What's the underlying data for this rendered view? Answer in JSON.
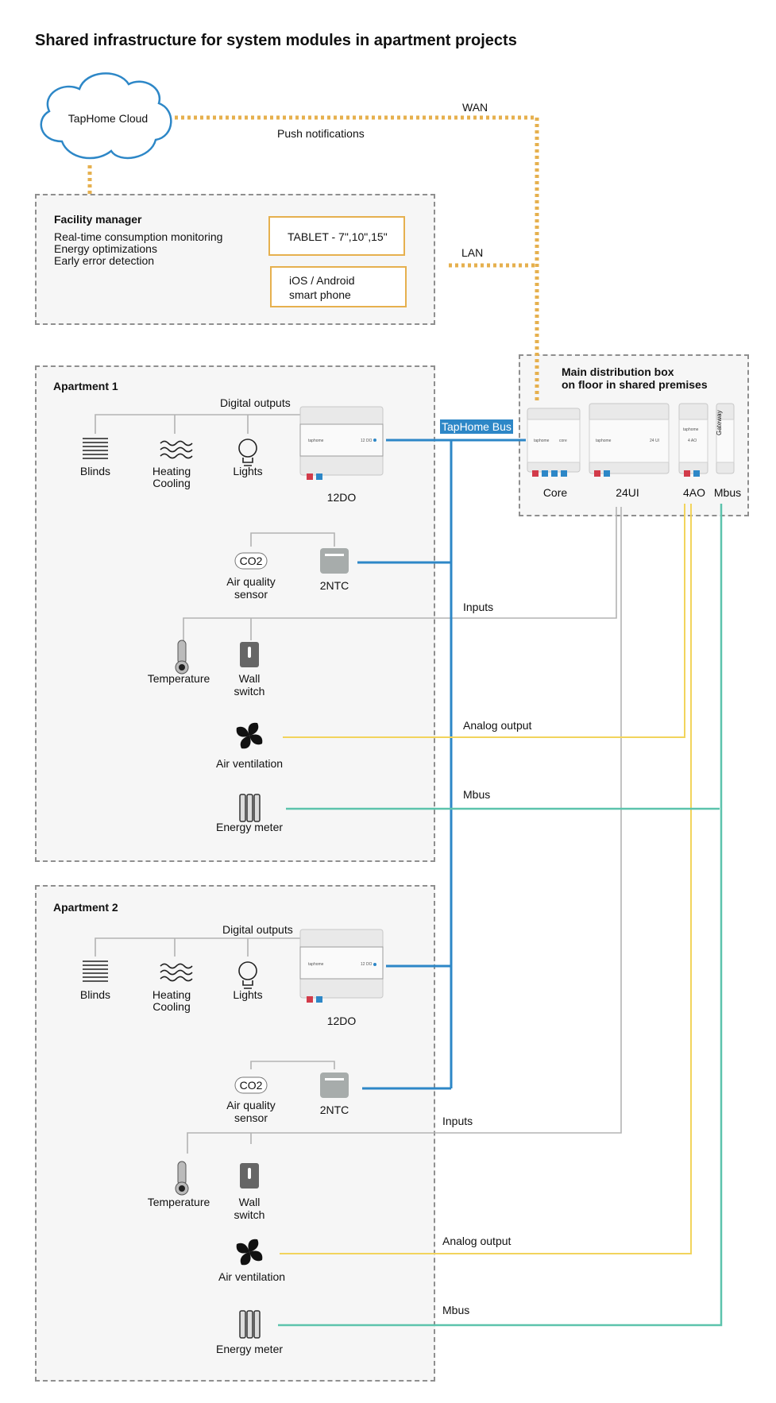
{
  "title": "Shared infrastructure for system modules in apartment projects",
  "cloud": {
    "label": "TapHome Cloud"
  },
  "wan": {
    "label": "WAN",
    "push": "Push notifications"
  },
  "lan": {
    "label": "LAN"
  },
  "facility": {
    "title": "Facility manager",
    "lines": [
      "Real-time consumption monitoring",
      "Energy optimizations",
      "Early error detection"
    ],
    "tablet": "TABLET - 7\",10\",15\"",
    "phone_line1": "iOS / Android",
    "phone_line2": "smart phone"
  },
  "distribution": {
    "title_line1": "Main distribution box",
    "title_line2": "on floor in shared premises",
    "modules": [
      "Core",
      "24UI",
      "4AO",
      "Mbus"
    ],
    "gateway": "Gateway"
  },
  "bus_label": "TapHome Bus",
  "module_brand": "taphome",
  "module_codes": {
    "do": "12 DO",
    "ui": "24 UI",
    "ao": "4 AO",
    "core": "core"
  },
  "apartments": [
    {
      "title": "Apartment 1",
      "digital_outputs": "Digital outputs",
      "blinds": "Blinds",
      "heating_1": "Heating",
      "heating_2": "Cooling",
      "lights": "Lights",
      "module": "12DO",
      "co2": "CO2",
      "aq_1": "Air quality",
      "aq_2": "sensor",
      "ntc": "2NTC",
      "inputs": "Inputs",
      "temperature": "Temperature",
      "wall_1": "Wall",
      "wall_2": "switch",
      "analog": "Analog output",
      "ventilation": "Air ventilation",
      "mbus": "Mbus",
      "meter": "Energy meter"
    },
    {
      "title": "Apartment 2",
      "digital_outputs": "Digital outputs",
      "blinds": "Blinds",
      "heating_1": "Heating",
      "heating_2": "Cooling",
      "lights": "Lights",
      "module": "12DO",
      "co2": "CO2",
      "aq_1": "Air quality",
      "aq_2": "sensor",
      "ntc": "2NTC",
      "inputs": "Inputs",
      "temperature": "Temperature",
      "wall_1": "Wall",
      "wall_2": "switch",
      "analog": "Analog output",
      "ventilation": "Air ventilation",
      "mbus": "Mbus",
      "meter": "Energy meter"
    }
  ],
  "colors": {
    "bus": "#2d87c7",
    "network": "#e6b04e",
    "analog": "#f2d45c",
    "mbus": "#5cc3ac",
    "inputs": "#b3b3b3"
  }
}
